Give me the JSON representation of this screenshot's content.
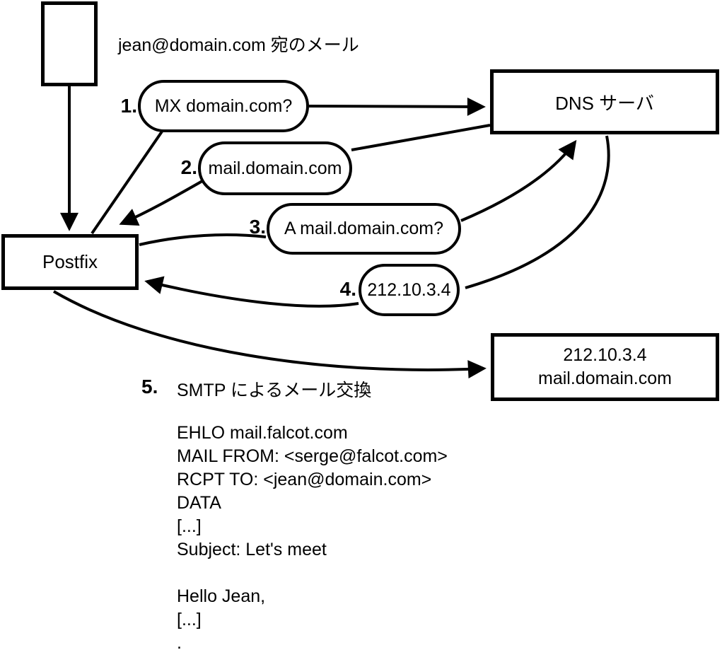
{
  "title": "jean@domain.com 宛のメール",
  "nodes": {
    "postfix": {
      "label": "Postfix"
    },
    "dns": {
      "label": "DNS サーバ"
    },
    "mail_server": {
      "line1": "212.10.3.4",
      "line2": "mail.domain.com"
    }
  },
  "steps": [
    {
      "num": "1.",
      "label": "MX domain.com?"
    },
    {
      "num": "2.",
      "label": "mail.domain.com"
    },
    {
      "num": "3.",
      "label": "A mail.domain.com?"
    },
    {
      "num": "4.",
      "label": "212.10.3.4"
    },
    {
      "num": "5.",
      "label": "SMTP によるメール交換"
    }
  ],
  "smtp_session": {
    "lines": [
      "EHLO mail.falcot.com",
      "MAIL FROM: <serge@falcot.com>",
      "RCPT TO: <jean@domain.com>",
      "DATA",
      "[...]",
      "Subject: Let's meet",
      "",
      "Hello Jean,",
      "[...]",
      "."
    ]
  },
  "colors": {
    "stroke": "#000000",
    "background": "#ffffff"
  }
}
